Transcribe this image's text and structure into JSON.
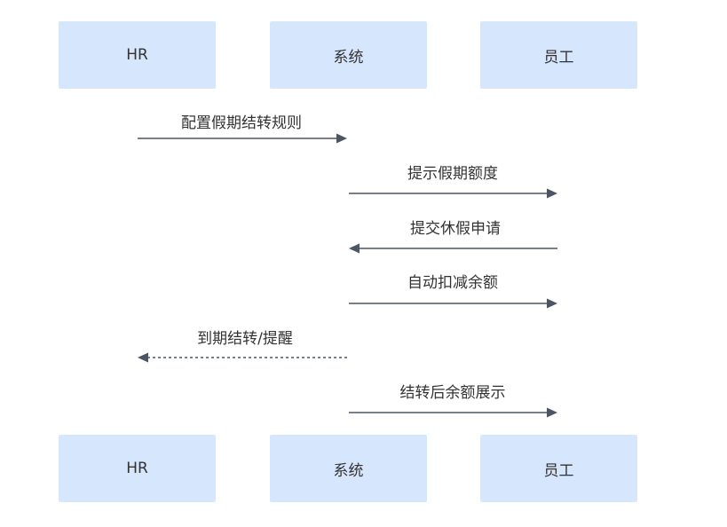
{
  "colors": {
    "actor_fill": "#d6e6fc",
    "text": "#333333",
    "arrow": "#4d5563"
  },
  "actors_top": [
    {
      "label": "HR"
    },
    {
      "label": "系统"
    },
    {
      "label": "员工"
    }
  ],
  "actors_bottom": [
    {
      "label": "HR"
    },
    {
      "label": "系统"
    },
    {
      "label": "员工"
    }
  ],
  "messages": [
    {
      "label": "配置假期结转规则",
      "from": "HR",
      "to": "系统",
      "style": "solid"
    },
    {
      "label": "提示假期额度",
      "from": "系统",
      "to": "员工",
      "style": "solid"
    },
    {
      "label": "提交休假申请",
      "from": "员工",
      "to": "系统",
      "style": "solid"
    },
    {
      "label": "自动扣减余额",
      "from": "系统",
      "to": "员工",
      "style": "solid"
    },
    {
      "label": "到期结转/提醒",
      "from": "系统",
      "to": "HR",
      "style": "dashed"
    },
    {
      "label": "结转后余额展示",
      "from": "系统",
      "to": "员工",
      "style": "solid"
    }
  ]
}
